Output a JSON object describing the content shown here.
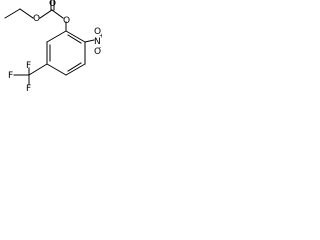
{
  "molecule": {
    "atoms": {
      "ester_oxygen": "O",
      "carbonyl_oxygen": "O",
      "aryl_oxygen": "O",
      "nitro_nitrogen": "N",
      "nitro_charge_plus": "+",
      "nitro_oxygen_upper": "O",
      "nitro_oxygen_lower": "O",
      "nitro_charge_minus": "-",
      "fluorine_top": "F",
      "fluorine_left": "F",
      "fluorine_bottom": "F"
    }
  }
}
